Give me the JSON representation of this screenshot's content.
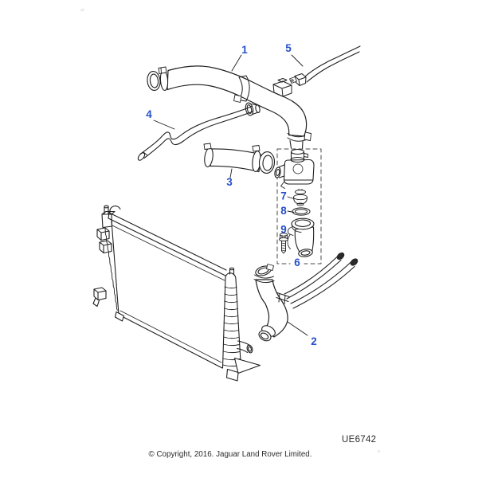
{
  "figure": {
    "code": "UE6742",
    "copyright": "© Copyright, 2016. Jaguar Land Rover Limited."
  },
  "colors": {
    "callout_blue": "#2850c8",
    "line_dark": "#1f1f1f"
  },
  "callouts": [
    {
      "label": "1"
    },
    {
      "label": "2"
    },
    {
      "label": "3"
    },
    {
      "label": "4"
    },
    {
      "label": "5"
    },
    {
      "label": "6"
    },
    {
      "label": "7"
    },
    {
      "label": "8"
    },
    {
      "label": "9"
    }
  ]
}
